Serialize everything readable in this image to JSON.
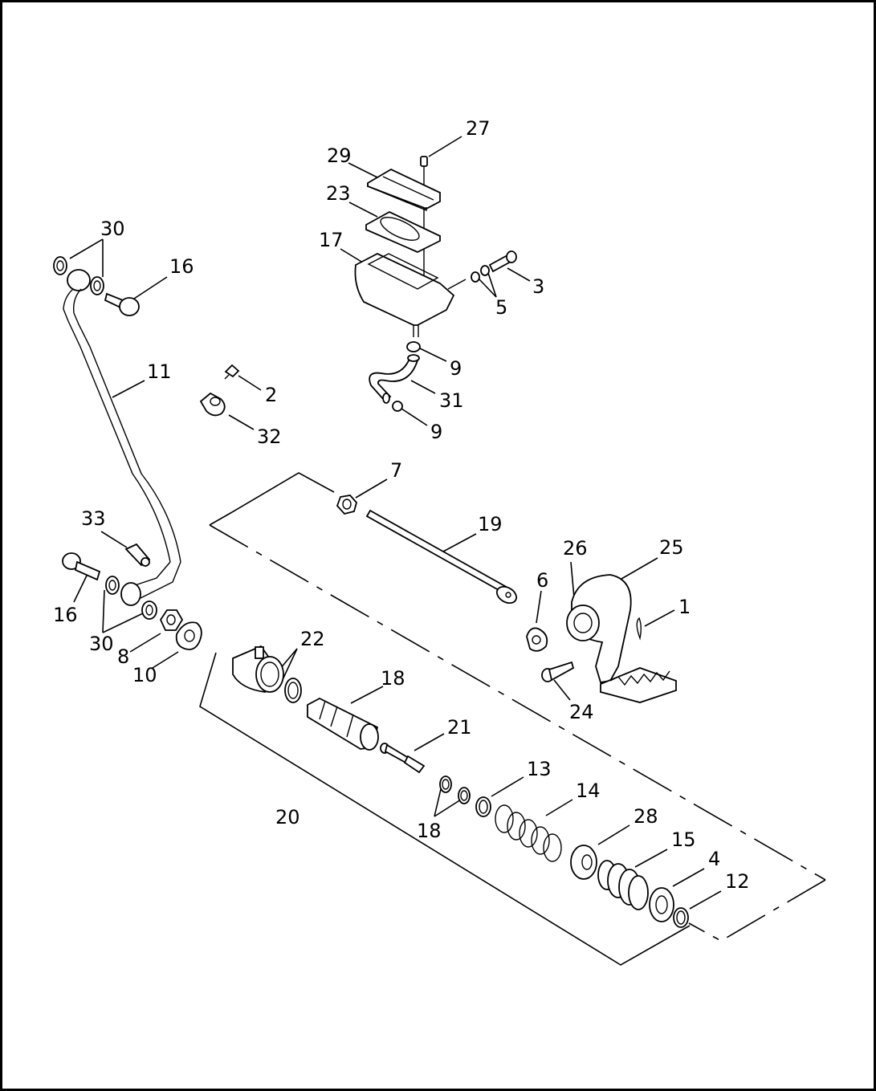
{
  "diagram": {
    "callouts": [
      {
        "id": "c27",
        "text": "27"
      },
      {
        "id": "c29",
        "text": "29"
      },
      {
        "id": "c23",
        "text": "23"
      },
      {
        "id": "c17",
        "text": "17"
      },
      {
        "id": "c3",
        "text": "3"
      },
      {
        "id": "c5",
        "text": "5"
      },
      {
        "id": "c9a",
        "text": "9"
      },
      {
        "id": "c31",
        "text": "31"
      },
      {
        "id": "c9b",
        "text": "9"
      },
      {
        "id": "c30a",
        "text": "30"
      },
      {
        "id": "c16a",
        "text": "16"
      },
      {
        "id": "c11",
        "text": "11"
      },
      {
        "id": "c2",
        "text": "2"
      },
      {
        "id": "c32",
        "text": "32"
      },
      {
        "id": "c7",
        "text": "7"
      },
      {
        "id": "c19",
        "text": "19"
      },
      {
        "id": "c33",
        "text": "33"
      },
      {
        "id": "c26",
        "text": "26"
      },
      {
        "id": "c25",
        "text": "25"
      },
      {
        "id": "c6",
        "text": "6"
      },
      {
        "id": "c1",
        "text": "1"
      },
      {
        "id": "c16b",
        "text": "16"
      },
      {
        "id": "c30b",
        "text": "30"
      },
      {
        "id": "c8",
        "text": "8"
      },
      {
        "id": "c10",
        "text": "10"
      },
      {
        "id": "c22",
        "text": "22"
      },
      {
        "id": "c18a",
        "text": "18"
      },
      {
        "id": "c24",
        "text": "24"
      },
      {
        "id": "c21",
        "text": "21"
      },
      {
        "id": "c13",
        "text": "13"
      },
      {
        "id": "c14",
        "text": "14"
      },
      {
        "id": "c20",
        "text": "20"
      },
      {
        "id": "c18b",
        "text": "18"
      },
      {
        "id": "c28",
        "text": "28"
      },
      {
        "id": "c15",
        "text": "15"
      },
      {
        "id": "c4",
        "text": "4"
      },
      {
        "id": "c12",
        "text": "12"
      }
    ]
  }
}
